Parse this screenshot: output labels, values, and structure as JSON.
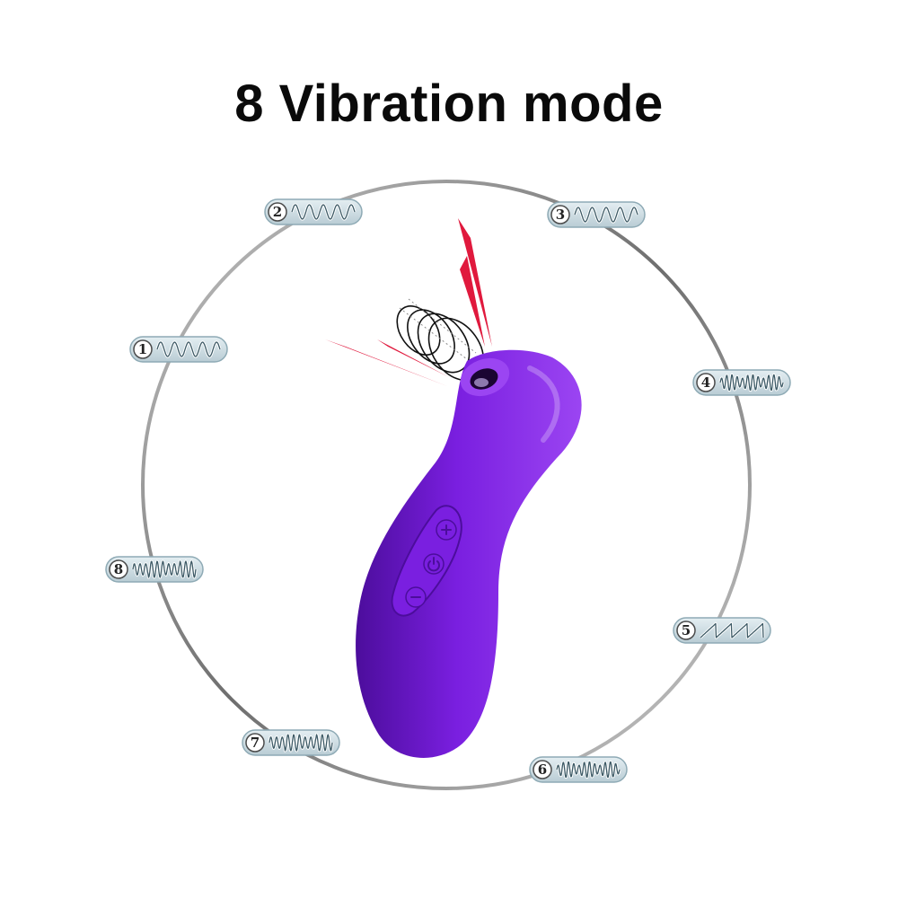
{
  "title": "8 Vibration mode",
  "colors": {
    "device": "#7a1fe0",
    "device_highlight": "#9b45f2",
    "device_shadow": "#4c0d9c",
    "ring": "#8a8a8a",
    "badge_fill": "#cfdde3",
    "badge_border": "#8eaab5",
    "accent_red": "#e0193d"
  },
  "modes": [
    {
      "number": "1",
      "wave": "sine"
    },
    {
      "number": "2",
      "wave": "sine"
    },
    {
      "number": "3",
      "wave": "sine"
    },
    {
      "number": "4",
      "wave": "burst"
    },
    {
      "number": "5",
      "wave": "ramp"
    },
    {
      "number": "6",
      "wave": "burst"
    },
    {
      "number": "7",
      "wave": "pulse"
    },
    {
      "number": "8",
      "wave": "pulse"
    }
  ],
  "device_buttons": [
    {
      "icon": "plus-icon",
      "symbol": "+"
    },
    {
      "icon": "power-icon",
      "symbol": ""
    },
    {
      "icon": "minus-icon",
      "symbol": "−"
    }
  ]
}
